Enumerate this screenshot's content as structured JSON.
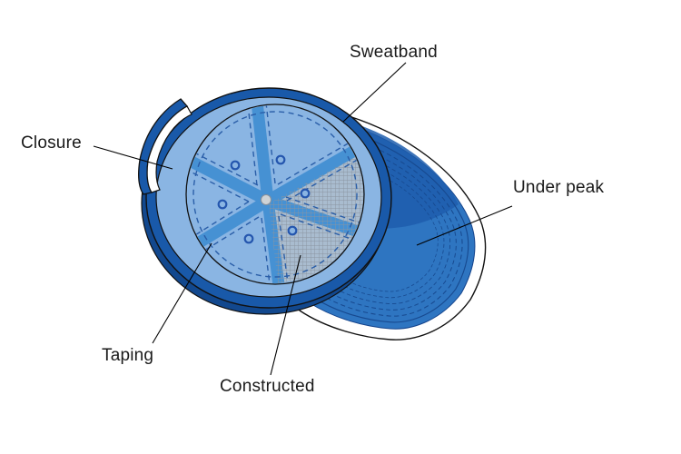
{
  "diagram": {
    "labels": {
      "sweatband": "Sweatband",
      "closure": "Closure",
      "under_peak": "Under peak",
      "taping": "Taping",
      "constructed": "Constructed"
    },
    "colors": {
      "cap-dark": "#1959a9",
      "cap-light": "#8ab5e3",
      "tape": "#4691d3",
      "peak": "#2e75c1",
      "peak-shade": "#1d5dad",
      "peak-stitch": "#17498f",
      "mesh-base": "#a9bccf",
      "mesh-grid": "#8a94a0",
      "stitch": "#2a5ea8",
      "eyelet": "#2456ae",
      "button": "#cfd3d6",
      "lip": "#12488e",
      "outline": "#111111",
      "leader": "#000000"
    }
  }
}
